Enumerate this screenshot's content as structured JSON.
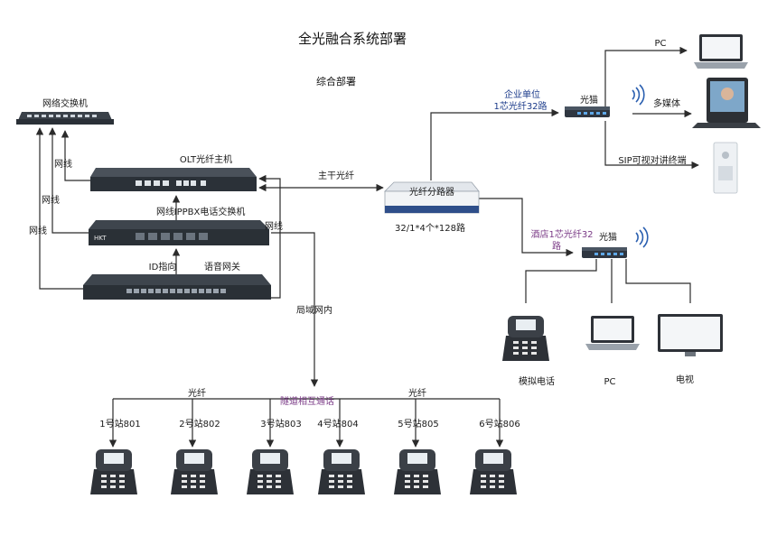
{
  "title": "全光融合系统部署",
  "subtitle": "综合部署",
  "devices": {
    "network_switch": "网络交换机",
    "olt_host": "OLT光纤主机",
    "ippbx": "IPPBX电话交换机",
    "id_direction": "ID指向",
    "voice_gateway": "语音网关",
    "splitter": "光纤分路器",
    "splitter_spec": "32/1*4个*128路",
    "optical_modem_top": "光猫",
    "optical_modem_hotel": "光猫",
    "pc_top": "PC",
    "multimedia": "多媒体",
    "sip_terminal": "SIP可视对讲终端",
    "analog_phone": "模拟电话",
    "pc_hotel": "PC",
    "tv": "电视"
  },
  "links": {
    "netline_1": "网线",
    "netline_2": "网线",
    "netline_3": "网线",
    "netline_4": "网线",
    "netline_5": "网线",
    "trunk_fiber": "主干光纤",
    "enterprise_line1": "企业单位",
    "enterprise_line2": "1芯光纤32路",
    "hotel_line1": "酒店1芯光纤32",
    "hotel_line2": "路",
    "lan": "局域网内",
    "fiber_left": "光纤",
    "fiber_right": "光纤",
    "station_intercom": "隧道相互通话"
  },
  "stations": [
    "1号站801",
    "2号站802",
    "3号站803",
    "4号站804",
    "5号站805",
    "6号站806"
  ]
}
